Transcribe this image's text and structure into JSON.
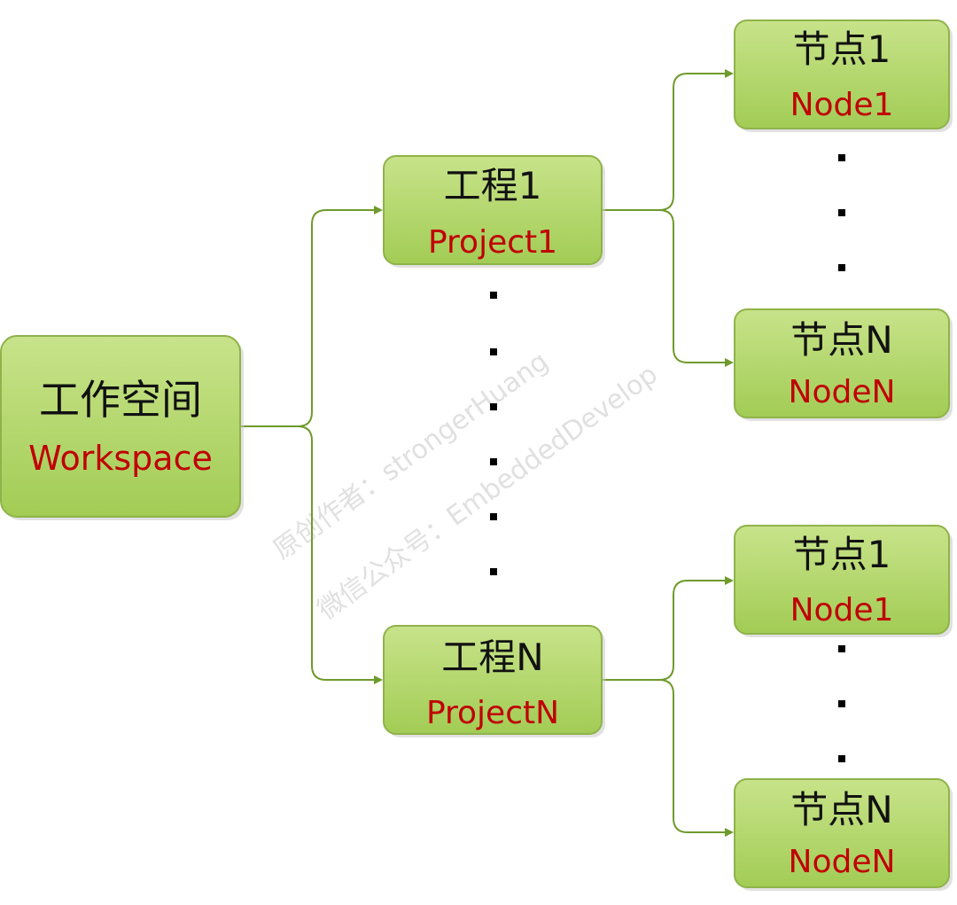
{
  "workspace": {
    "cn": "工作空间",
    "en": "Workspace"
  },
  "projects": [
    {
      "cn": "工程1",
      "en": "Project1",
      "nodes": [
        {
          "cn": "节点1",
          "en": "Node1"
        },
        {
          "cn": "节点N",
          "en": "NodeN"
        }
      ]
    },
    {
      "cn": "工程N",
      "en": "ProjectN",
      "nodes": [
        {
          "cn": "节点1",
          "en": "Node1"
        },
        {
          "cn": "节点N",
          "en": "NodeN"
        }
      ]
    }
  ],
  "watermark": {
    "line1": "原创作者：strongerHuang",
    "line2": "微信公众号：EmbeddedDevelop"
  },
  "colors": {
    "box_fill_top": "#c4e07c",
    "box_fill_bottom": "#9cc94c",
    "box_border": "#8fb34a",
    "connector": "#6f9a2c",
    "cn_text": "#111111",
    "en_text": "#c00000"
  }
}
